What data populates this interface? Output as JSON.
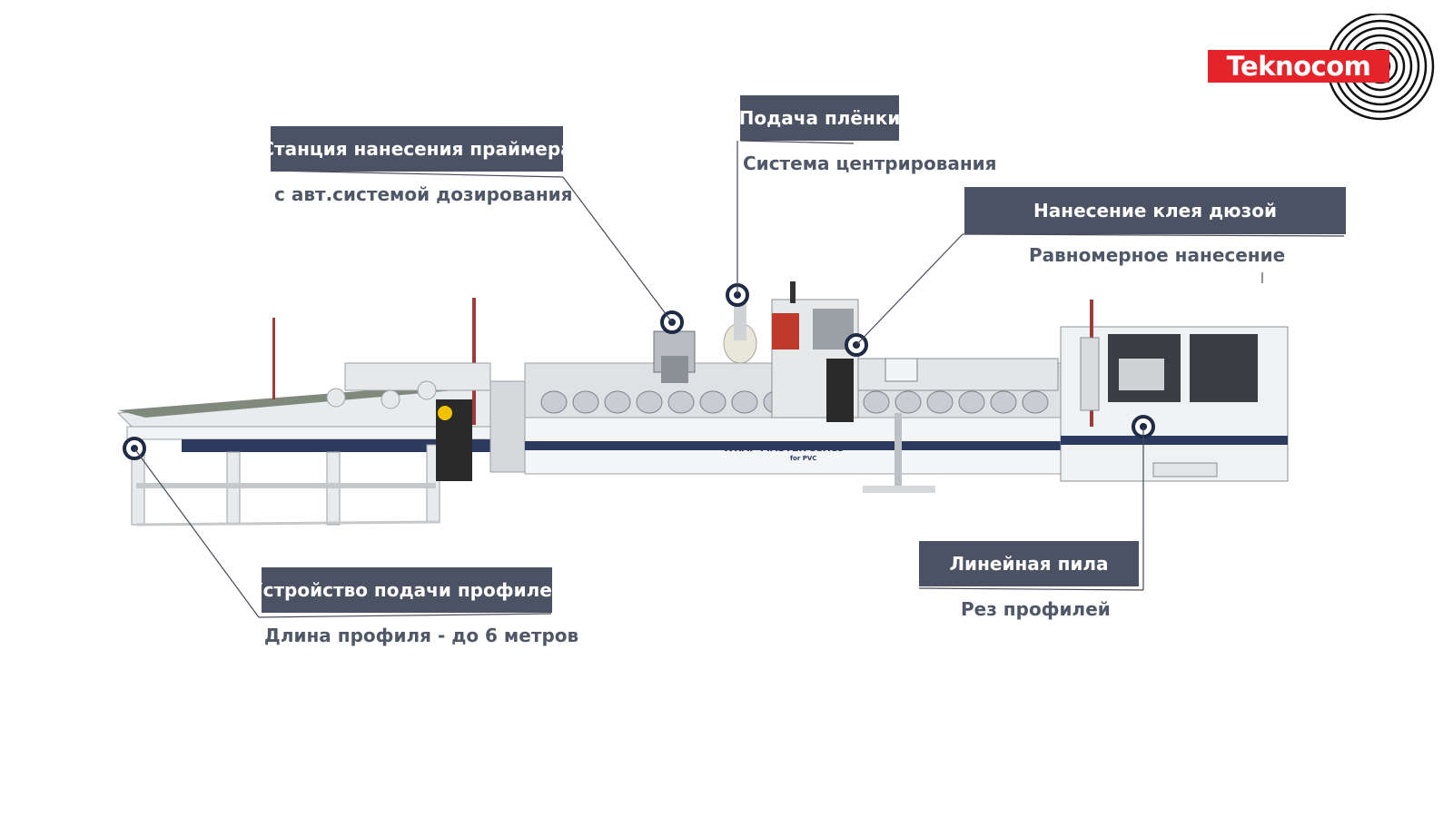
{
  "logo": {
    "text": "Teknocom",
    "brand_color": "#e4232a"
  },
  "machine": {
    "model_label": "WRAP MASTER series",
    "model_sub": "for PVC"
  },
  "callouts": {
    "primer": {
      "title": "Станция нанесения праймера",
      "subtitle": "с авт.системой дозирования"
    },
    "film": {
      "title": "Подача плёнки",
      "subtitle": "Система центрирования"
    },
    "glue": {
      "title": "Нанесение клея дюзой",
      "subtitle": "Равномерное нанесение"
    },
    "feeder": {
      "title": "Устройство подачи профилей",
      "subtitle": "Длина профиля - до 6 метров"
    },
    "saw": {
      "title": "Линейная пила",
      "subtitle": "Рез профилей"
    }
  },
  "colors": {
    "label_bg": "#4a5263",
    "label_text": "#ffffff",
    "subtitle_text": "#505868",
    "stripe": "#2b3a5e"
  }
}
